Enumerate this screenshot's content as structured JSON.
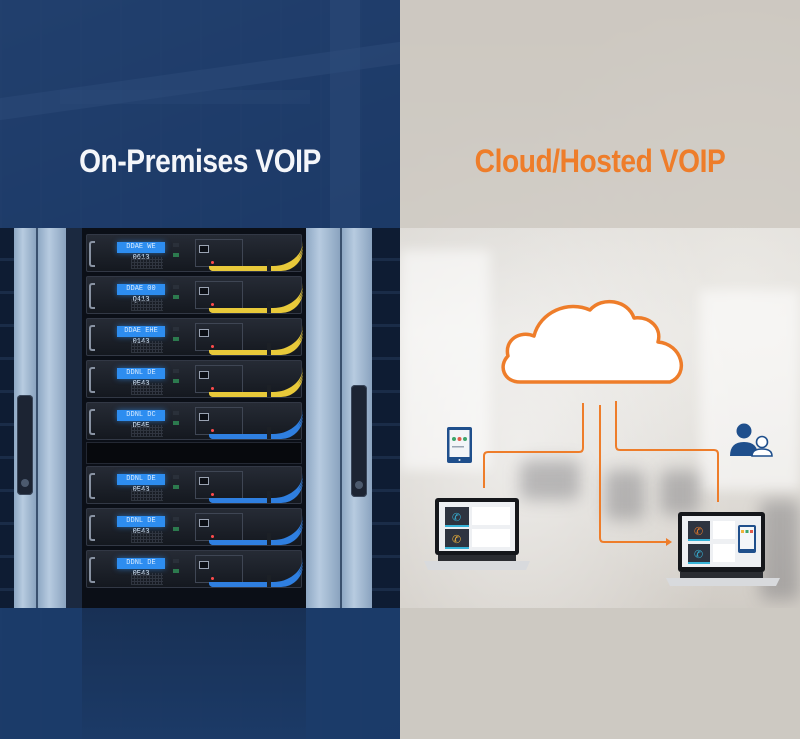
{
  "left_panel": {
    "title": "On-Premises VOIP",
    "theme_color": "#1e3a66",
    "title_color": "#f4f6fa",
    "rack": {
      "units": [
        {
          "lcd": "DDAE WE 0613",
          "cable_color": "#e8c93a"
        },
        {
          "lcd": "DDAE 00 Q413",
          "cable_color": "#e8c93a"
        },
        {
          "lcd": "DDAE EHE 0143",
          "cable_color": "#e8c93a"
        },
        {
          "lcd": "DDNL DE 0E43",
          "cable_color": "#e8c93a"
        },
        {
          "lcd": "DDNL DC DE4E",
          "cable_color": "#2f7fe0"
        },
        {
          "lcd": "DDNL DE 0E43",
          "cable_color": "#2f7fe0"
        },
        {
          "lcd": "DDNL DE 0E43",
          "cable_color": "#2f7fe0"
        },
        {
          "lcd": "DDNL DE 0E43",
          "cable_color": "#2f7fe0"
        }
      ]
    }
  },
  "right_panel": {
    "title": "Cloud/Hosted VOIP",
    "theme_color": "#cdc8c1",
    "title_color": "#ee7d2a",
    "accent_color": "#ee7d2a",
    "icons": {
      "cloud": "cloud-icon",
      "tablet": "tablet-icon",
      "users": "users-icon",
      "laptop_left": "laptop-icon",
      "laptop_right": "laptop-icon"
    }
  }
}
